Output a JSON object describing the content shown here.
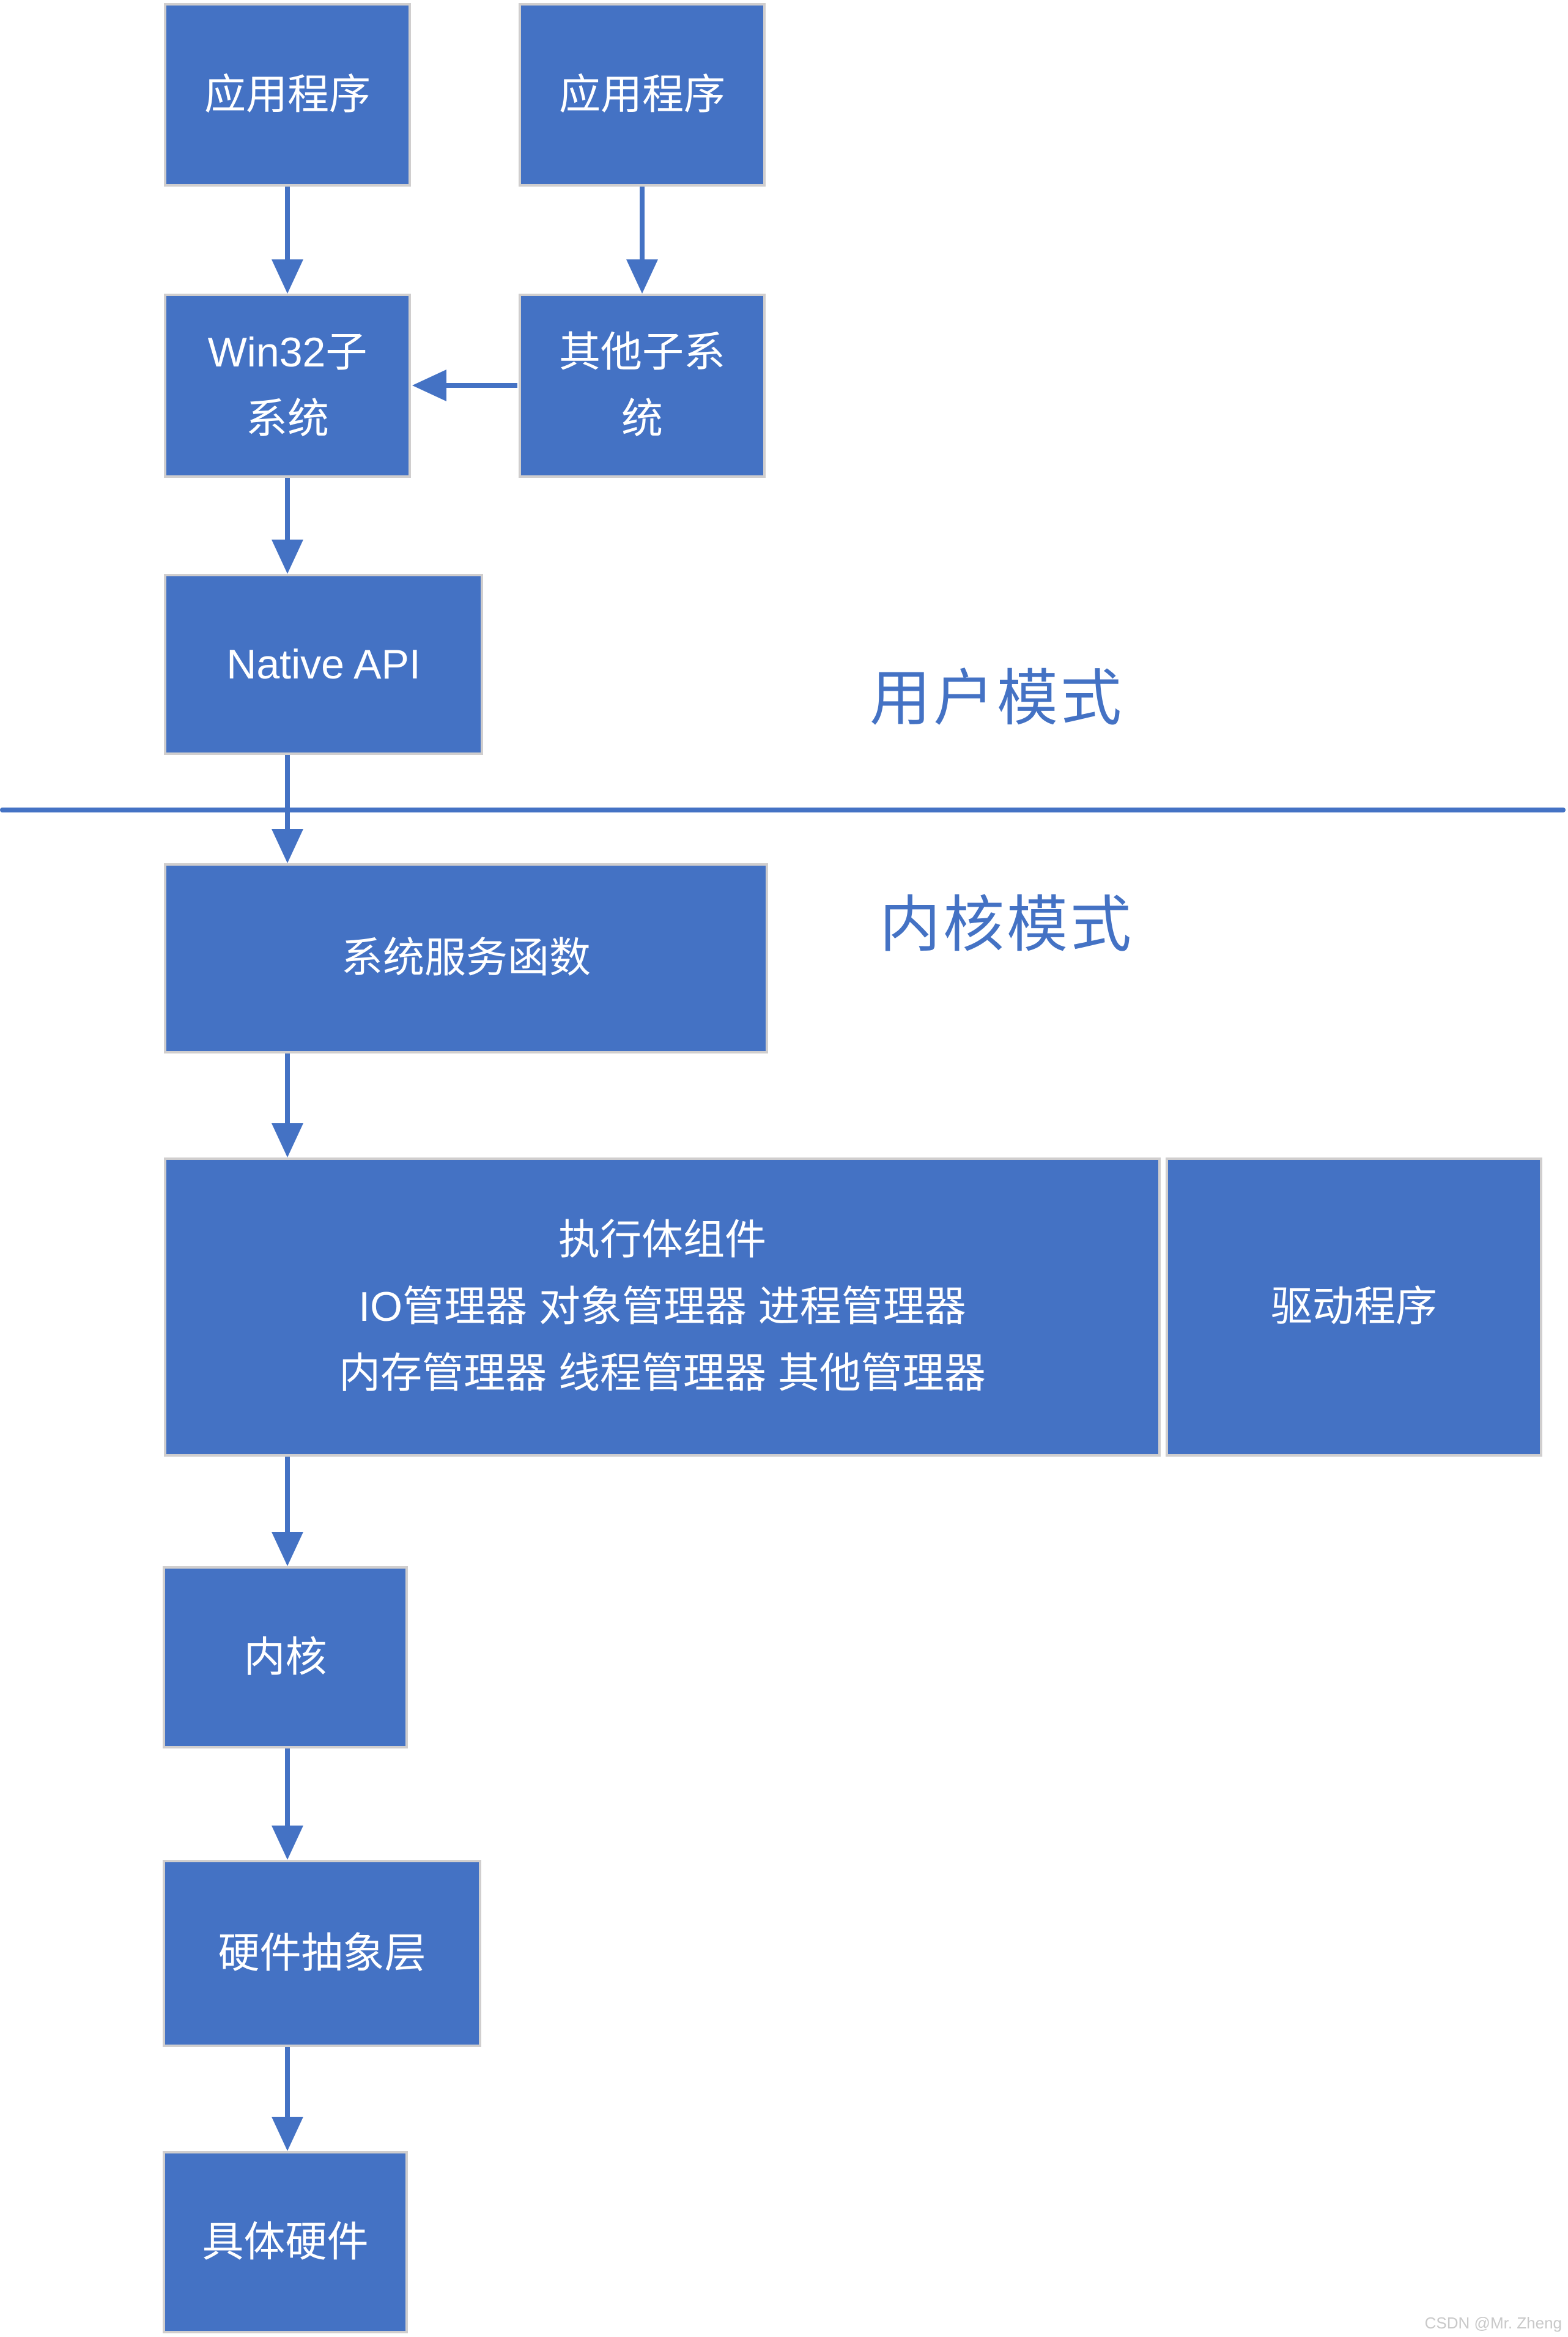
{
  "diagram": {
    "nodes": {
      "app1": "应用程序",
      "app2": "应用程序",
      "win32": "Win32子\n系统",
      "other": "其他子系\n统",
      "native_api": "Native API",
      "system_services": "系统服务函数",
      "executive": "执行体组件\nIO管理器 对象管理器 进程管理器\n内存管理器 线程管理器 其他管理器",
      "driver": "驱动程序",
      "kernel": "内核",
      "hal": "硬件抽象层",
      "hardware": "具体硬件"
    },
    "region_labels": {
      "user_mode": "用户模式",
      "kernel_mode": "内核模式"
    },
    "watermark": "CSDN @Mr. Zheng",
    "colors": {
      "box_fill": "#4472C4",
      "box_border": "#D0CECE",
      "box_text": "#FFFFFF",
      "arrow": "#4472C4",
      "region_label_text": "#4472C4",
      "divider_line": "#4472C4",
      "watermark_text": "#C9C9C9",
      "background": "#FFFFFF"
    }
  }
}
